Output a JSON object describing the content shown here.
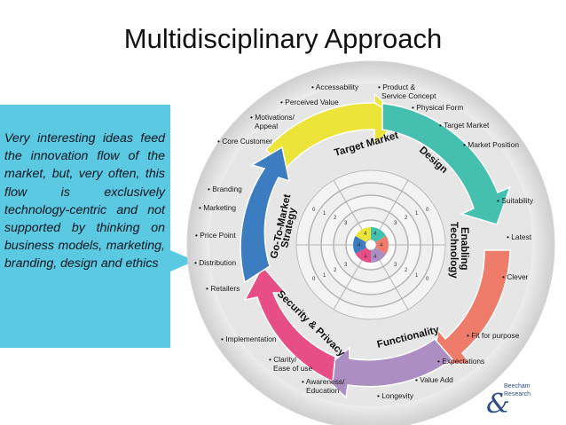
{
  "title": "Multidisciplinary Approach",
  "callout": "Very interesting ideas feed the innovation flow of the market, but, very often, this flow is exclusively technology-centric and not supported by thinking on business models, marketing, branding, design and ethics",
  "segments": {
    "target_market": "Target Market",
    "design": "Design",
    "enabling_technology": [
      "Enabling",
      "Technology"
    ],
    "functionality": "Functionality",
    "security_privacy": "Security & Privacy",
    "go_to_market": [
      "Go-To-Market",
      "Strategy"
    ]
  },
  "outer_labels": {
    "accessability": "• Accessability",
    "product_service": [
      "• Product &",
      "Service Concept"
    ],
    "perceived_value": "• Perceived Value",
    "physical_form": "• Physical Form",
    "motivations": [
      "• Motivations/",
      "Appeal"
    ],
    "target_market": "• Target Market",
    "core_customer": "• Core Customer",
    "market_position": "• Market Position",
    "branding": "• Branding",
    "suitability": "• Suitability",
    "marketing": "• Marketing",
    "price_point": "• Price Point",
    "latest": "• Latest",
    "distribution": "• Distribution",
    "clever": "• Clever",
    "retailers": "• Retailers",
    "fit_for_purpose": "• Fit for purpose",
    "implementation": "• Implementation",
    "expectations": "• Expectations",
    "clarity": [
      "• Clarity/",
      "Ease of use"
    ],
    "value_add": "• Value Add",
    "awareness": [
      "• Awareness/",
      "Education"
    ],
    "longevity": "• Longevity"
  },
  "logo": {
    "text": [
      "Beecham",
      "Research"
    ]
  },
  "scale_numbers": {
    "left_upper": [
      "0",
      "1",
      "2",
      "3"
    ],
    "left_lower": [
      "0",
      "1",
      "2",
      "3"
    ],
    "right_upper": [
      "3",
      "2",
      "1",
      "0"
    ],
    "right_lower": [
      "3",
      "2",
      "1",
      "0"
    ],
    "center": [
      "4",
      "4",
      "4",
      "4",
      "4",
      "4"
    ]
  },
  "colors": {
    "callout_bg": "#5bc9e1",
    "target_market": "#ede43a",
    "design": "#45bfae",
    "enabling_technology": "#ef7b6a",
    "functionality": "#ad8ec3",
    "security_privacy": "#e74e86",
    "go_to_market": "#3c7cc0"
  }
}
